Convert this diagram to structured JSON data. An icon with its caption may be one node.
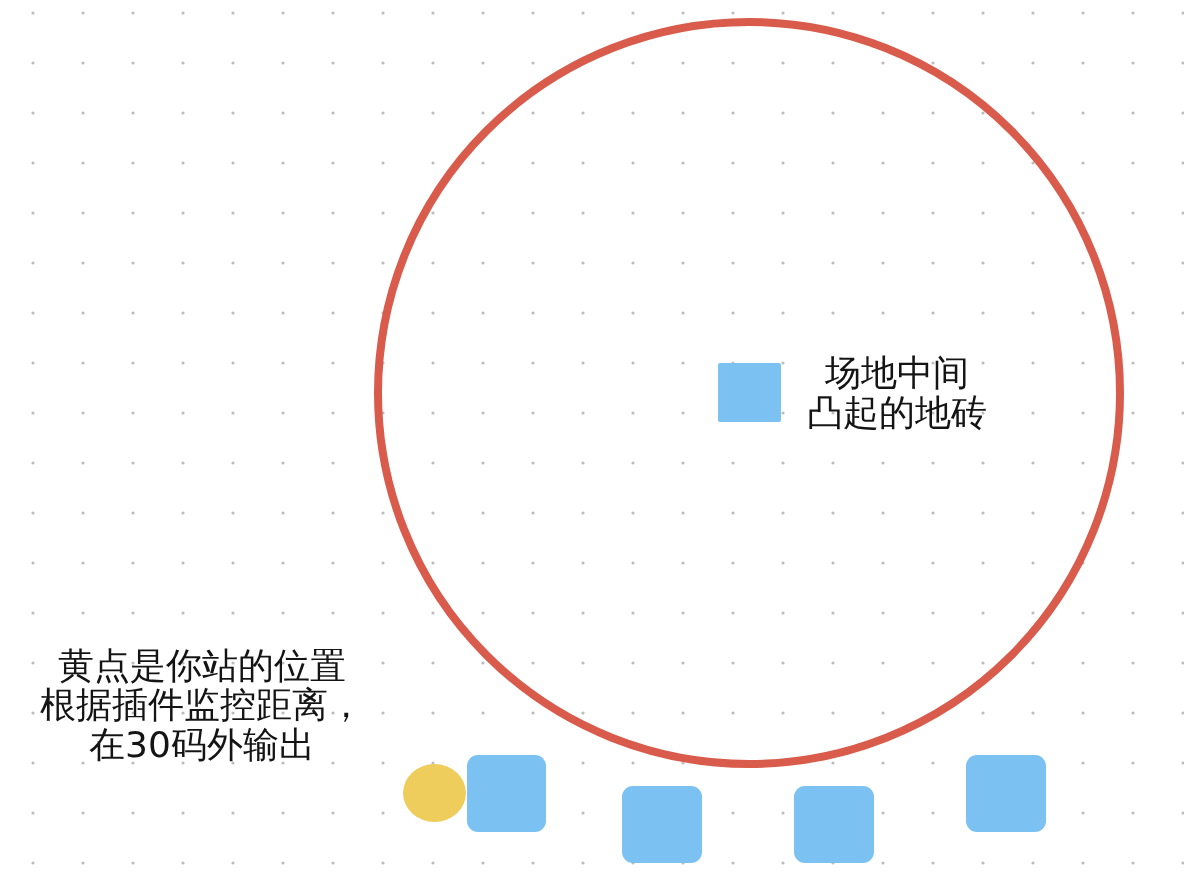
{
  "diagram": {
    "nodes": [
      {
        "text": [],
        "shape": "circle"
      },
      {
        "text": [],
        "shape": "box",
        "in": 0,
        "beside": [
          "场地中间凸起的地砖"
        ]
      },
      {
        "text": [],
        "shape": "circle"
      },
      {
        "text": [],
        "shape": "box"
      },
      {
        "text": [],
        "shape": "box"
      },
      {
        "text": [],
        "shape": "box"
      },
      {
        "text": [],
        "shape": "box"
      }
    ],
    "labels": [
      "黄点是你站的位置",
      "根据插件监控距离，在30码外输出"
    ]
  }
}
